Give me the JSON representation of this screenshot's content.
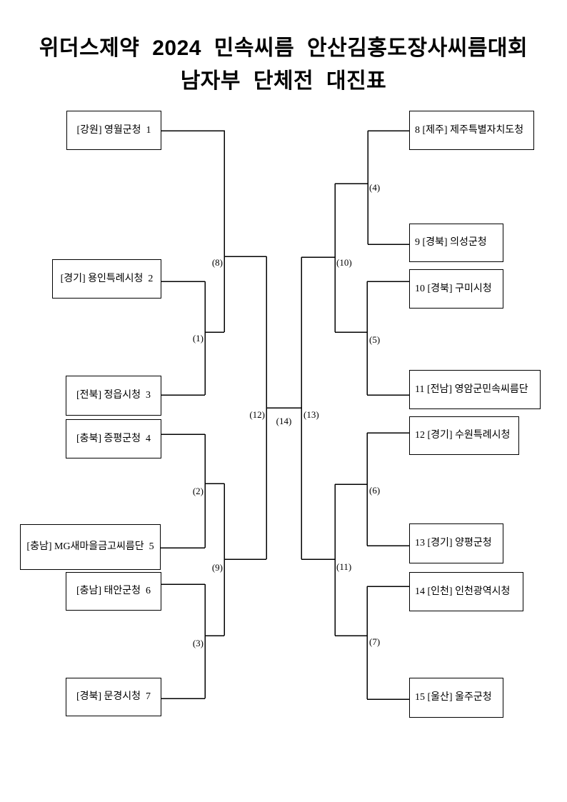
{
  "title": {
    "line1": "위더스제약 2024 민속씨름 안산김홍도장사씨름대회",
    "line2": "남자부 단체전 대진표"
  },
  "teams": {
    "left": [
      {
        "seed": "1",
        "label": "[강원] 영월군청  1"
      },
      {
        "seed": "2",
        "label": "[경기] 용인특례시청  2"
      },
      {
        "seed": "3",
        "label": "[전북] 정읍시청  3"
      },
      {
        "seed": "4",
        "label": "[충북] 증평군청  4"
      },
      {
        "seed": "5",
        "label": "[충남] MG새마을금고씨름단  5"
      },
      {
        "seed": "6",
        "label": "[충남] 태안군청  6"
      },
      {
        "seed": "7",
        "label": "[경북] 문경시청  7"
      }
    ],
    "right": [
      {
        "seed": "8",
        "label": "8 [제주] 제주특별자치도청"
      },
      {
        "seed": "9",
        "label": "9 [경북] 의성군청"
      },
      {
        "seed": "10",
        "label": "10 [경북] 구미시청"
      },
      {
        "seed": "11",
        "label": "11 [전남] 영암군민속씨름단"
      },
      {
        "seed": "12",
        "label": "12 [경기] 수원특례시청"
      },
      {
        "seed": "13",
        "label": "13 [경기] 양평군청"
      },
      {
        "seed": "14",
        "label": "14 [인천] 인천광역시청"
      },
      {
        "seed": "15",
        "label": "15 [울산] 울주군청"
      }
    ]
  },
  "matches": {
    "labels": [
      "(1)",
      "(2)",
      "(3)",
      "(4)",
      "(5)",
      "(6)",
      "(7)",
      "(8)",
      "(9)",
      "(10)",
      "(11)",
      "(12)",
      "(13)",
      "(14)"
    ]
  },
  "colors": {
    "background": "#ffffff",
    "line": "#000000",
    "text": "#000000"
  }
}
